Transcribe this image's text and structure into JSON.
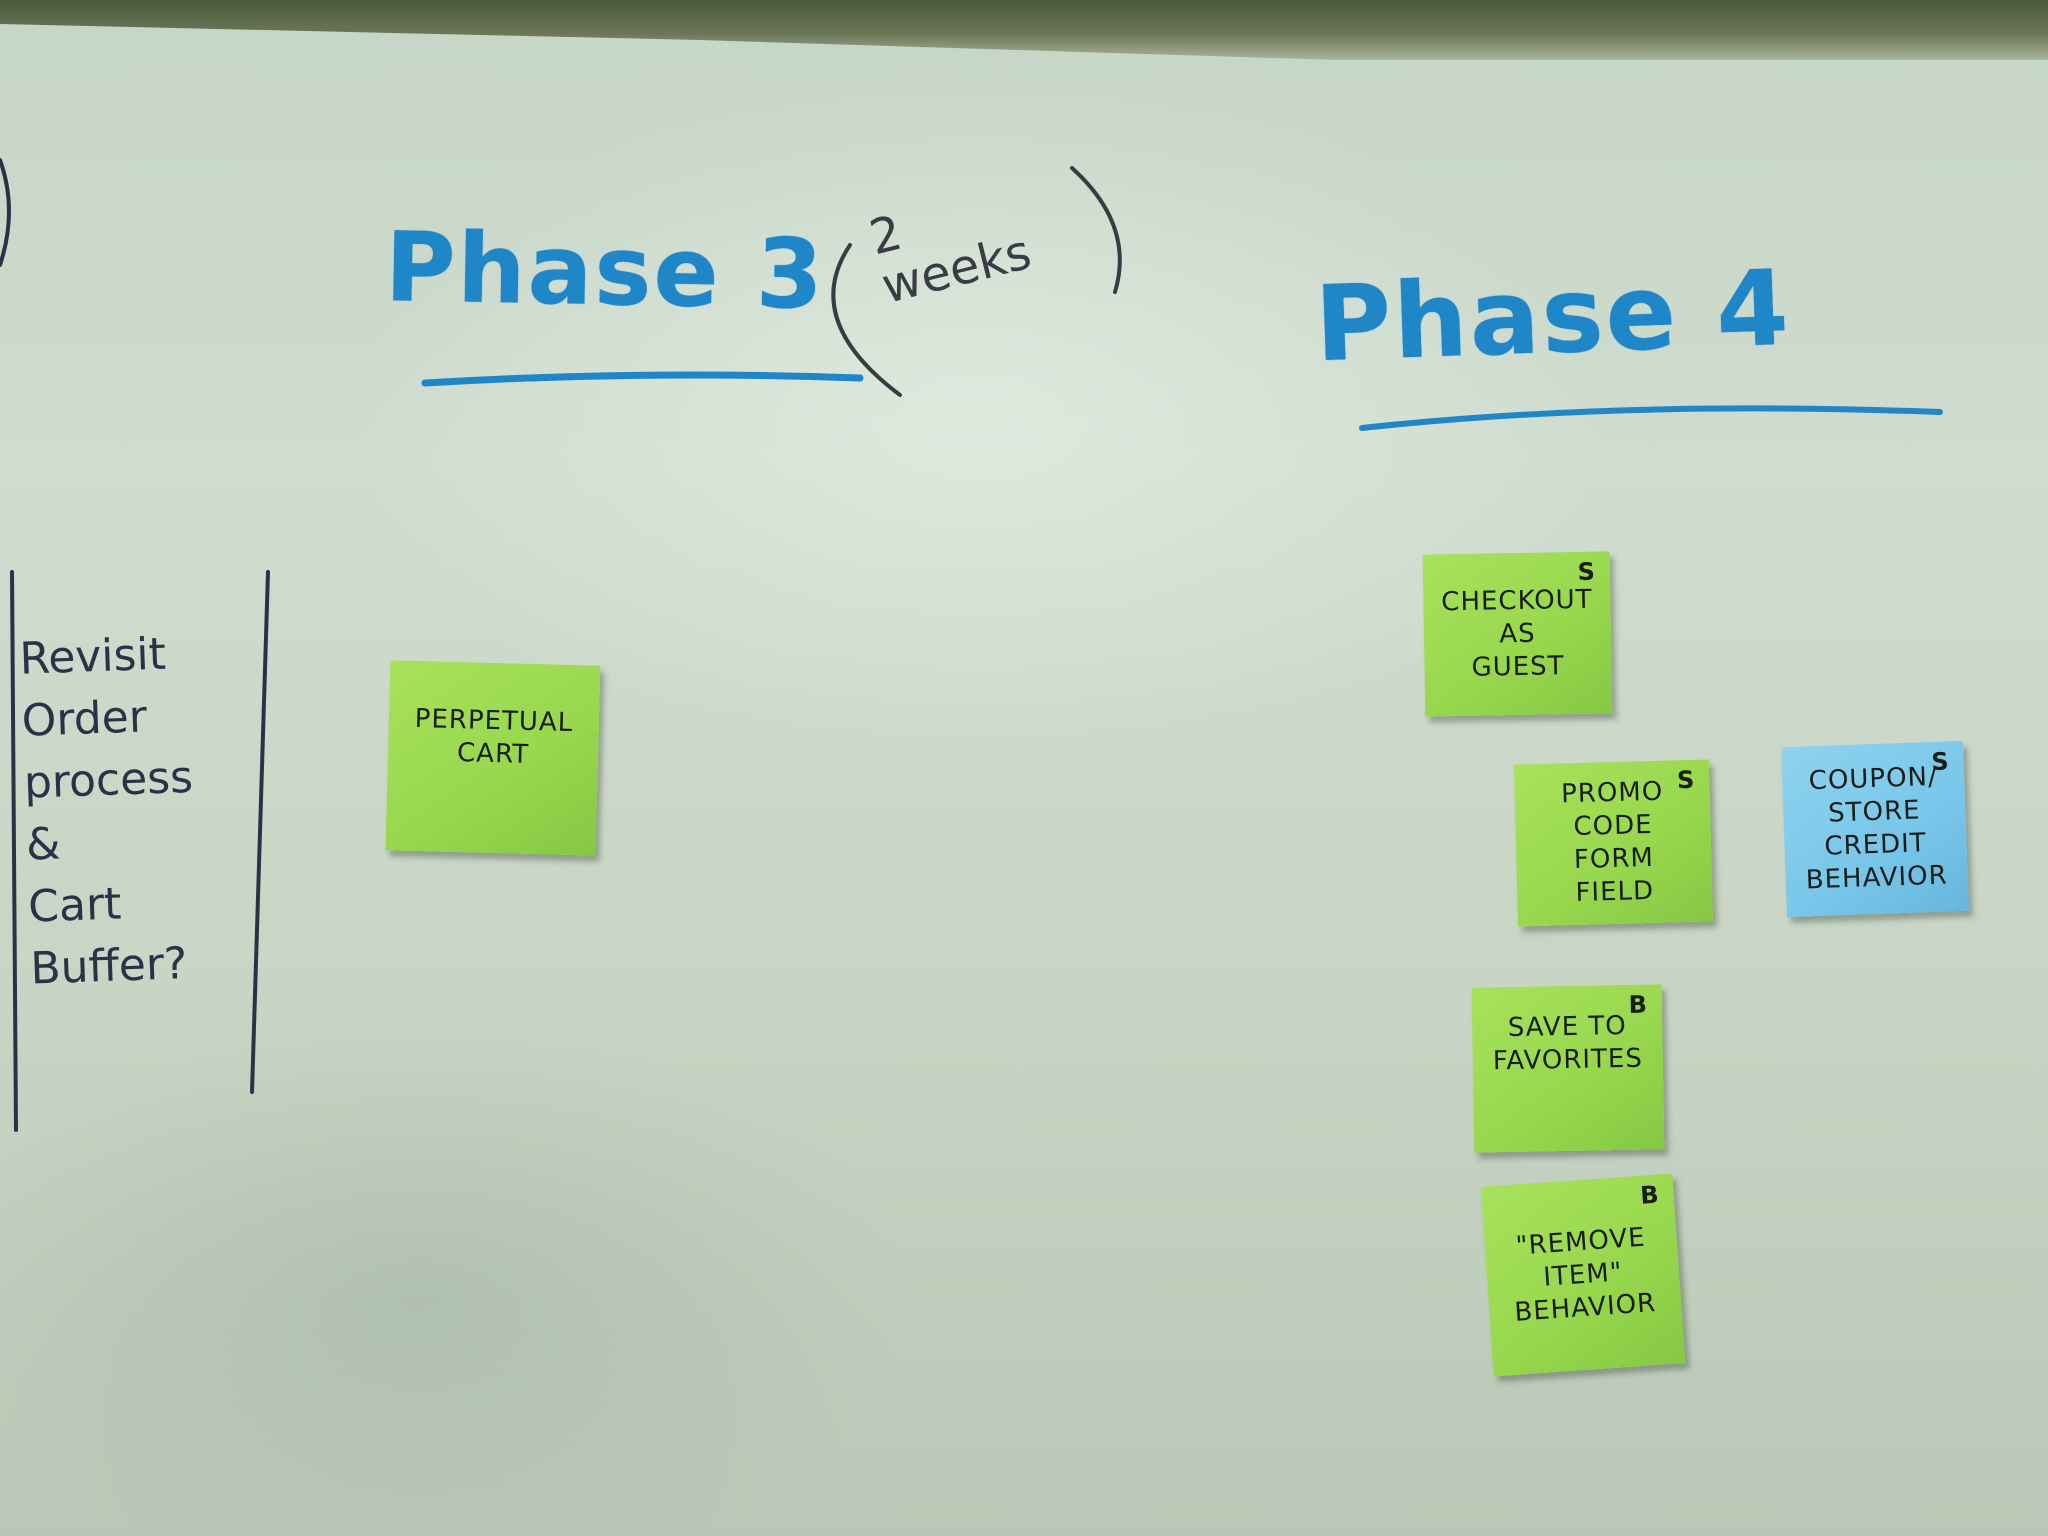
{
  "whiteboard": {
    "phase3_heading": "Phase 3",
    "phase3_note": "2\nweeks",
    "phase4_heading": "Phase 4",
    "side_notes": "Revisit\nOrder\nprocess\n&\nCart\nBuffer?"
  },
  "sticky_notes": [
    {
      "text": "Perpetual\nCart",
      "size": "",
      "color": "#98d84e"
    },
    {
      "text": "Checkout\nas\nGuest",
      "size": "S",
      "color": "#98d84e"
    },
    {
      "text": "Promo\nCode\nForm\nField",
      "size": "S",
      "color": "#98d84e"
    },
    {
      "text": "Coupon/\nStore\nCredit\nBehavior",
      "size": "S",
      "color": "#78c6ea"
    },
    {
      "text": "Save to\nFavorites",
      "size": "B",
      "color": "#98d84e"
    },
    {
      "text": "\"Remove\nItem\"\nBehavior",
      "size": "B",
      "color": "#98d84e"
    }
  ],
  "colors": {
    "board": "#cfdccf",
    "marker_blue": "#1f86c8",
    "marker_dark": "#2d3148",
    "sticky_green": "#98d84e",
    "sticky_blue": "#78c6ea"
  }
}
